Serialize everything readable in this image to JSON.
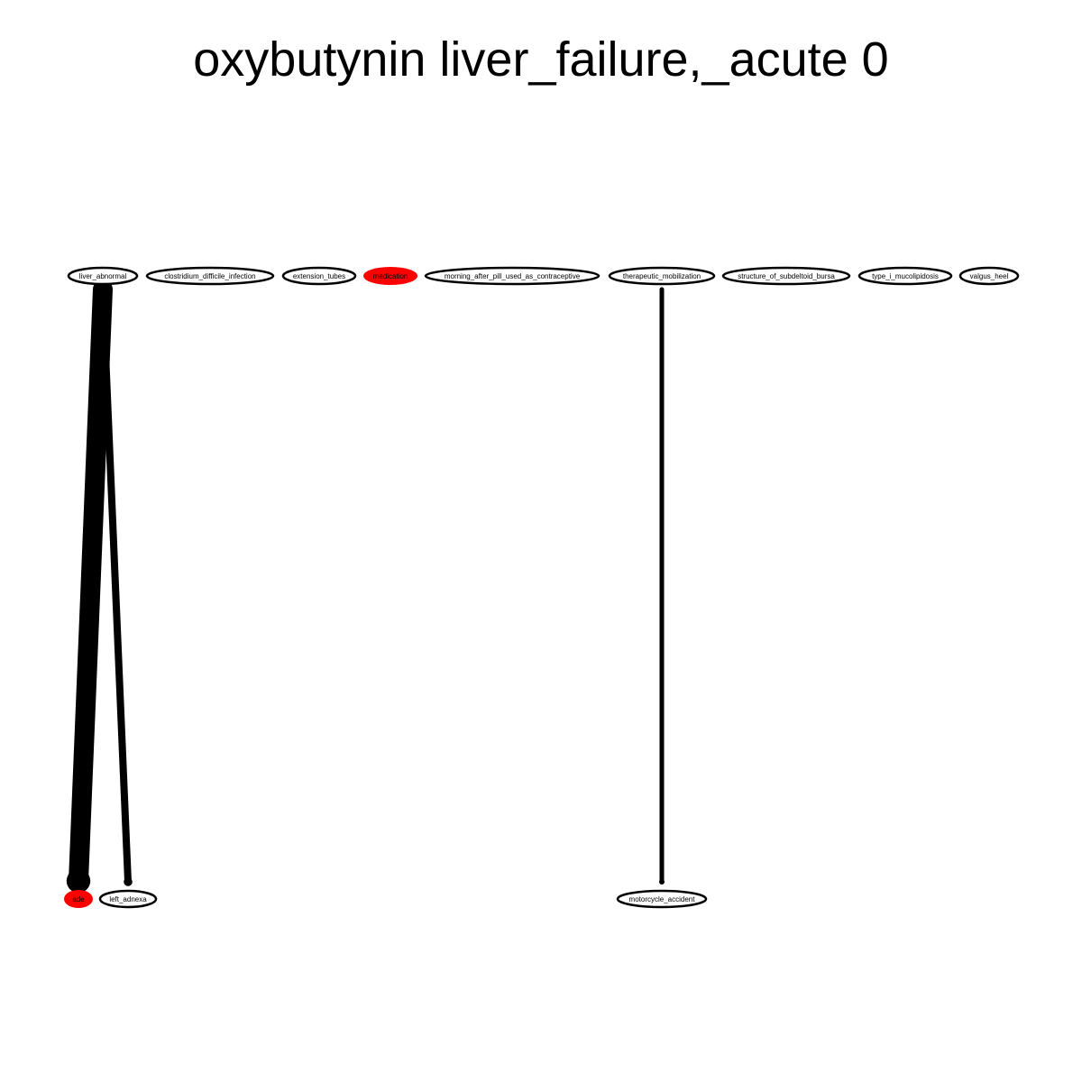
{
  "title": "oxybutynin liver_failure,_acute 0",
  "colors": {
    "background": "#ffffff",
    "stroke": "#000000",
    "highlight": "#ff0000",
    "node_fill": "#ffffff"
  },
  "nodes": [
    {
      "id": "liver_abnormal",
      "label": "liver_abnormal",
      "highlighted": false
    },
    {
      "id": "clostridium_difficile_infection",
      "label": "clostridium_difficile_infection",
      "highlighted": false
    },
    {
      "id": "extension_tubes",
      "label": "extension_tubes",
      "highlighted": false
    },
    {
      "id": "medication",
      "label": "medication",
      "highlighted": true
    },
    {
      "id": "morning_after_pill_used_as_contraceptive",
      "label": "morning_after_pill_used_as_contraceptive",
      "highlighted": false
    },
    {
      "id": "therapeutic_mobilization",
      "label": "therapeutic_mobilization",
      "highlighted": false
    },
    {
      "id": "structure_of_subdeltoid_bursa",
      "label": "structure_of_subdeltoid_bursa",
      "highlighted": false
    },
    {
      "id": "type_i_mucolipidosis",
      "label": "type_i_mucolipidosis",
      "highlighted": false
    },
    {
      "id": "valgus_heel",
      "label": "valgus_heel",
      "highlighted": false
    },
    {
      "id": "ade",
      "label": "ade",
      "highlighted": true
    },
    {
      "id": "left_adnexa",
      "label": "left_adnexa",
      "highlighted": false
    },
    {
      "id": "motorcycle_accident",
      "label": "motorcycle_accident",
      "highlighted": false
    }
  ],
  "edges": [
    {
      "from": "liver_abnormal",
      "to": "ade",
      "weight": "heavy"
    },
    {
      "from": "liver_abnormal",
      "to": "left_adnexa",
      "weight": "medium"
    },
    {
      "from": "therapeutic_mobilization",
      "to": "motorcycle_accident",
      "weight": "light"
    }
  ]
}
